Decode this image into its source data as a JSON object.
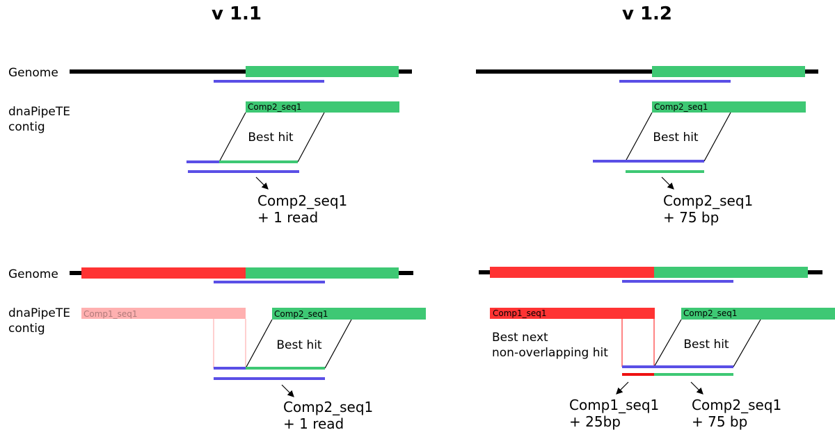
{
  "titles": {
    "left": "v 1.1",
    "right": "v 1.2"
  },
  "labels": {
    "genome": "Genome",
    "contig_line1": "dnaPipeTE",
    "contig_line2": "contig"
  },
  "segments": {
    "comp1": "Comp1_seq1",
    "comp2": "Comp2_seq1"
  },
  "annotations": {
    "best_hit": "Best hit",
    "best_next_line1": "Best next",
    "best_next_line2": "non-overlapping hit"
  },
  "results": {
    "top_left": {
      "line1": "Comp2_seq1",
      "line2": "+ 1 read"
    },
    "top_right": {
      "line1": "Comp2_seq1",
      "line2": "+ 75 bp"
    },
    "bottom_left": {
      "line1": "Comp2_seq1",
      "line2": "+ 1 read"
    },
    "bottom_right_comp1": {
      "line1": "Comp1_seq1",
      "line2": "+ 25bp"
    },
    "bottom_right_comp2": {
      "line1": "Comp2_seq1",
      "line2": "+ 75 bp"
    }
  },
  "colors": {
    "green": "#3ec874",
    "red": "#ff3333",
    "pink": "#ffb0b0",
    "blue": "#5a4fe6",
    "black": "#000000"
  }
}
